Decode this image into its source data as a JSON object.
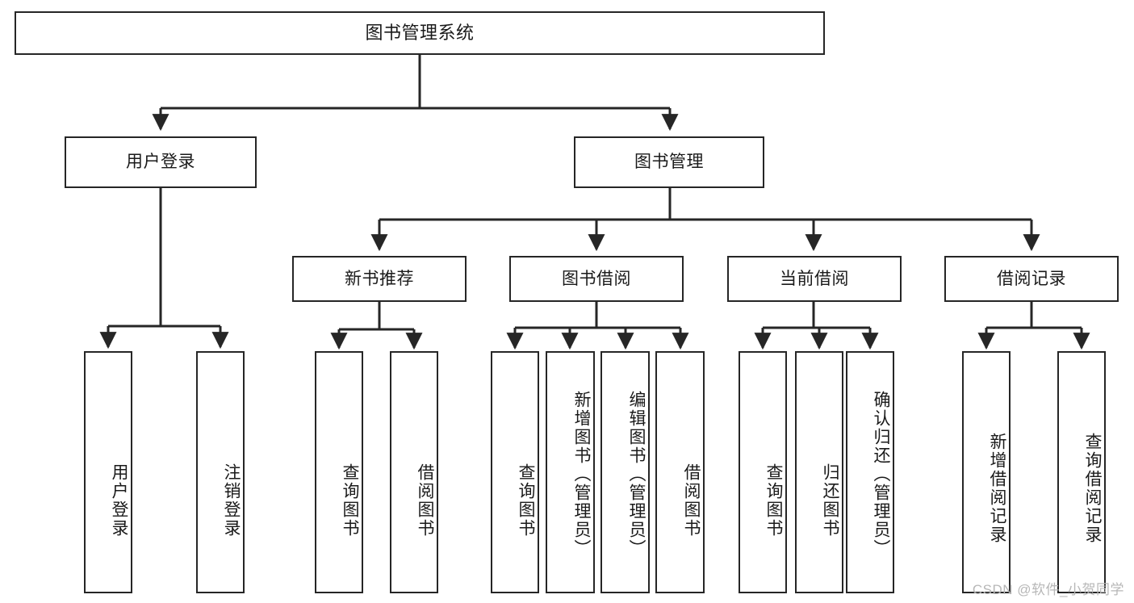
{
  "diagram": {
    "type": "tree",
    "title": "图书管理系统",
    "root": {
      "label": "图书管理系统"
    },
    "level2": [
      {
        "label": "用户登录"
      },
      {
        "label": "图书管理"
      }
    ],
    "level3": [
      {
        "label": "新书推荐"
      },
      {
        "label": "图书借阅"
      },
      {
        "label": "当前借阅"
      },
      {
        "label": "借阅记录"
      }
    ],
    "leaves": {
      "user_login": [
        {
          "label": "用户登录"
        },
        {
          "label": "注销登录"
        }
      ],
      "new_book_recommend": [
        {
          "label": "查询图书"
        },
        {
          "label": "借阅图书"
        }
      ],
      "book_borrow": [
        {
          "label": "查询图书"
        },
        {
          "label": "新增图书（管理员）"
        },
        {
          "label": "编辑图书（管理员）"
        },
        {
          "label": "借阅图书"
        }
      ],
      "current_borrow": [
        {
          "label": "查询图书"
        },
        {
          "label": "归还图书"
        },
        {
          "label": "确认归还（管理员）"
        }
      ],
      "borrow_record": [
        {
          "label": "新增借阅记录"
        },
        {
          "label": "查询借阅记录"
        }
      ]
    }
  },
  "watermark": {
    "text": "CSDN @软件_小贺同学"
  },
  "colors": {
    "stroke": "#262626",
    "fill": "#ffffff",
    "text": "#1a1a1a",
    "watermark": "#b7b7b7"
  }
}
